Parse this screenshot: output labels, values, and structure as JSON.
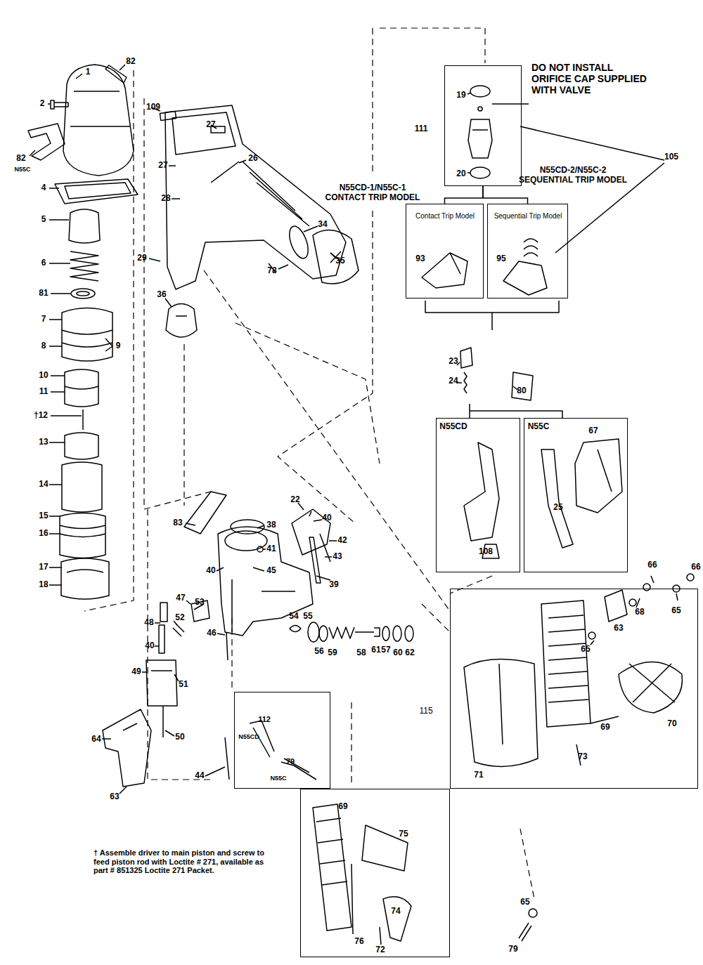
{
  "diagram": {
    "nodes": [
      {
        "text": [
          "111",
          "19",
          "20"
        ]
      },
      {
        "text": [
          "Contact Trip Model",
          "93"
        ]
      },
      {
        "text": [
          "Sequential Trip Model",
          "95"
        ]
      },
      {
        "text": [
          "N55CD",
          "108"
        ]
      },
      {
        "text": [
          "N55C",
          "67",
          "25"
        ]
      },
      {
        "text": [
          "112",
          "N55CD",
          "79",
          "N55C"
        ]
      },
      {
        "text": [
          "115",
          "69",
          "70",
          "71",
          "73"
        ]
      },
      {
        "text": [
          "69",
          "75",
          "74",
          "76",
          "72"
        ]
      }
    ],
    "edges": [
      {
        "from": 0,
        "to": 1,
        "arrow": "none"
      },
      {
        "from": 0,
        "to": 2,
        "arrow": "none"
      }
    ],
    "labels": [
      "1",
      "2",
      "82",
      "82",
      "N55C",
      "4",
      "5",
      "6",
      "81",
      "7",
      "8",
      "9",
      "10",
      "11",
      "†12",
      "13",
      "14",
      "15",
      "16",
      "17",
      "18",
      "109",
      "27",
      "27",
      "26",
      "28",
      "29",
      "78",
      "34",
      "35",
      "36",
      "83",
      "38",
      "41",
      "22",
      "40",
      "42",
      "43",
      "39",
      "40",
      "45",
      "47",
      "53",
      "48",
      "52",
      "40",
      "49",
      "51",
      "50",
      "46",
      "54",
      "55",
      "56",
      "59",
      "58",
      "61",
      "57",
      "60",
      "62",
      "64",
      "63",
      "44",
      "† Assemble driver to main piston and screw to feed piston rod with Loctite # 271, available as part # 851325 Loctite 271 Packet.",
      "DO NOT INSTALL ORIFICE CAP SUPPLIED WITH VALVE",
      "105",
      "N55CD-1/N55C-1 CONTACT TRIP MODEL",
      "N55CD-2/N55C-2 SEQUENTIAL TRIP MODEL",
      "23",
      "24",
      "80",
      "63",
      "68",
      "66",
      "65",
      "65",
      "66",
      "65",
      "79"
    ]
  }
}
